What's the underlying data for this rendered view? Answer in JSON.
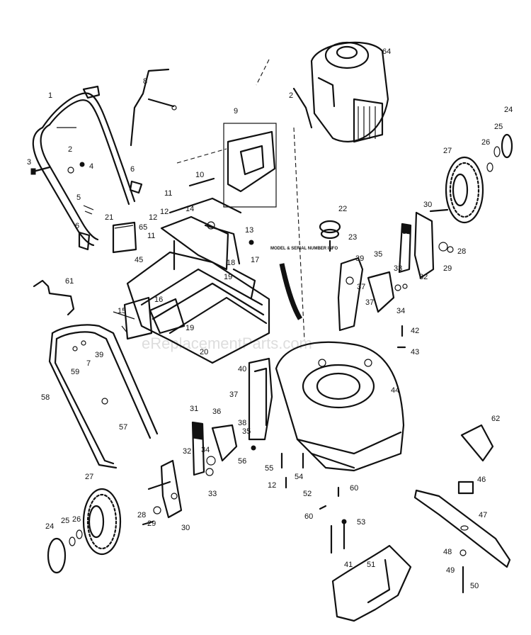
{
  "watermark": "eReplacementParts.com",
  "note": "MODEL & SERIAL NUMBER INFO",
  "callouts": [
    {
      "id": "c1",
      "text": "1"
    },
    {
      "id": "c2a",
      "text": "2"
    },
    {
      "id": "c2b",
      "text": "2"
    },
    {
      "id": "c3",
      "text": "3"
    },
    {
      "id": "c4",
      "text": "4"
    },
    {
      "id": "c5",
      "text": "5"
    },
    {
      "id": "c6a",
      "text": "6"
    },
    {
      "id": "c6b",
      "text": "6"
    },
    {
      "id": "c7",
      "text": "7"
    },
    {
      "id": "c8",
      "text": "8"
    },
    {
      "id": "c9",
      "text": "9"
    },
    {
      "id": "c10",
      "text": "10"
    },
    {
      "id": "c11a",
      "text": "11"
    },
    {
      "id": "c11b",
      "text": "11"
    },
    {
      "id": "c12a",
      "text": "12"
    },
    {
      "id": "c12b",
      "text": "12"
    },
    {
      "id": "c12c",
      "text": "12"
    },
    {
      "id": "c13",
      "text": "13"
    },
    {
      "id": "c14",
      "text": "14"
    },
    {
      "id": "c15",
      "text": "15"
    },
    {
      "id": "c16",
      "text": "16"
    },
    {
      "id": "c17",
      "text": "17"
    },
    {
      "id": "c18",
      "text": "18"
    },
    {
      "id": "c19a",
      "text": "19"
    },
    {
      "id": "c19b",
      "text": "19"
    },
    {
      "id": "c20",
      "text": "20"
    },
    {
      "id": "c21",
      "text": "21"
    },
    {
      "id": "c22",
      "text": "22"
    },
    {
      "id": "c23",
      "text": "23"
    },
    {
      "id": "c24a",
      "text": "24"
    },
    {
      "id": "c24b",
      "text": "24"
    },
    {
      "id": "c25a",
      "text": "25"
    },
    {
      "id": "c25b",
      "text": "25"
    },
    {
      "id": "c26a",
      "text": "26"
    },
    {
      "id": "c26b",
      "text": "26"
    },
    {
      "id": "c27a",
      "text": "27"
    },
    {
      "id": "c27b",
      "text": "27"
    },
    {
      "id": "c28a",
      "text": "28"
    },
    {
      "id": "c28b",
      "text": "28"
    },
    {
      "id": "c29a",
      "text": "29"
    },
    {
      "id": "c29b",
      "text": "29"
    },
    {
      "id": "c30a",
      "text": "30"
    },
    {
      "id": "c30b",
      "text": "30"
    },
    {
      "id": "c31a",
      "text": "31"
    },
    {
      "id": "c31b",
      "text": "31"
    },
    {
      "id": "c32a",
      "text": "32"
    },
    {
      "id": "c32b",
      "text": "32"
    },
    {
      "id": "c33a",
      "text": "33"
    },
    {
      "id": "c33b",
      "text": "33"
    },
    {
      "id": "c34a",
      "text": "34"
    },
    {
      "id": "c34b",
      "text": "34"
    },
    {
      "id": "c35a",
      "text": "35"
    },
    {
      "id": "c35b",
      "text": "35"
    },
    {
      "id": "c36",
      "text": "36"
    },
    {
      "id": "c37a",
      "text": "37"
    },
    {
      "id": "c37b",
      "text": "37"
    },
    {
      "id": "c37c",
      "text": "37"
    },
    {
      "id": "c38",
      "text": "38"
    },
    {
      "id": "c39a",
      "text": "39"
    },
    {
      "id": "c39b",
      "text": "39"
    },
    {
      "id": "c40",
      "text": "40"
    },
    {
      "id": "c41",
      "text": "41"
    },
    {
      "id": "c42",
      "text": "42"
    },
    {
      "id": "c43",
      "text": "43"
    },
    {
      "id": "c44",
      "text": "44"
    },
    {
      "id": "c45",
      "text": "45"
    },
    {
      "id": "c46",
      "text": "46"
    },
    {
      "id": "c47",
      "text": "47"
    },
    {
      "id": "c48",
      "text": "48"
    },
    {
      "id": "c49",
      "text": "49"
    },
    {
      "id": "c50",
      "text": "50"
    },
    {
      "id": "c51",
      "text": "51"
    },
    {
      "id": "c52",
      "text": "52"
    },
    {
      "id": "c53",
      "text": "53"
    },
    {
      "id": "c54",
      "text": "54"
    },
    {
      "id": "c55",
      "text": "55"
    },
    {
      "id": "c56",
      "text": "56"
    },
    {
      "id": "c57",
      "text": "57"
    },
    {
      "id": "c58",
      "text": "58"
    },
    {
      "id": "c59",
      "text": "59"
    },
    {
      "id": "c60a",
      "text": "60"
    },
    {
      "id": "c60b",
      "text": "60"
    },
    {
      "id": "c61",
      "text": "61"
    },
    {
      "id": "c62",
      "text": "62"
    },
    {
      "id": "c64",
      "text": "64"
    },
    {
      "id": "c65",
      "text": "65"
    }
  ]
}
